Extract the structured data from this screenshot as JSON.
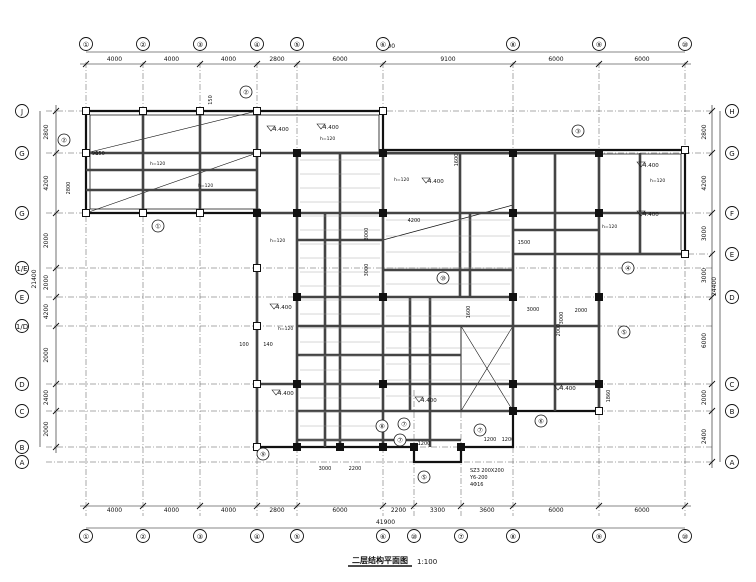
{
  "drawing": {
    "title": "二层结构平面图",
    "scale": "1:100"
  },
  "grid_columns": [
    {
      "label": "①"
    },
    {
      "label": "②"
    },
    {
      "label": "③"
    },
    {
      "label": "④"
    },
    {
      "label": "⑤"
    },
    {
      "label": "⑥"
    },
    {
      "label": "⑧"
    },
    {
      "label": "⑨"
    },
    {
      "label": "⑩"
    }
  ],
  "grid_columns_bottom": [
    {
      "label": "①"
    },
    {
      "label": "②"
    },
    {
      "label": "③"
    },
    {
      "label": "④"
    },
    {
      "label": "⑤"
    },
    {
      "label": "⑥"
    },
    {
      "label": "⑩"
    },
    {
      "label": "⑦"
    },
    {
      "label": "⑧"
    },
    {
      "label": "⑨"
    },
    {
      "label": "⑩"
    }
  ],
  "grid_rows_left": [
    {
      "label": "J"
    },
    {
      "label": "G"
    },
    {
      "label": "G"
    },
    {
      "label": "1/E"
    },
    {
      "label": "E"
    },
    {
      "label": "1/D"
    },
    {
      "label": "D"
    },
    {
      "label": "C"
    },
    {
      "label": "B"
    },
    {
      "label": "A"
    }
  ],
  "grid_rows_right": [
    {
      "label": "H"
    },
    {
      "label": "G"
    },
    {
      "label": "F"
    },
    {
      "label": "E"
    },
    {
      "label": "D"
    },
    {
      "label": "C"
    },
    {
      "label": "B"
    },
    {
      "label": "A"
    }
  ],
  "top_dimensions": [
    "4000",
    "4000",
    "4000",
    "2800",
    "6000",
    "9100",
    "6000",
    "6000"
  ],
  "top_total": "41900",
  "bottom_dimensions": [
    "4000",
    "4000",
    "4000",
    "2800",
    "6000",
    "2200",
    "3300",
    "3600",
    "6000",
    "6000"
  ],
  "bottom_total": "41900",
  "left_dimensions": [
    "2800",
    "4200",
    "2000",
    "2000",
    "4200",
    "2000",
    "2400",
    "2000"
  ],
  "left_total": "21400",
  "right_dimensions": [
    "2800",
    "4200",
    "3000",
    "3000",
    "6000",
    "2000",
    "2400",
    "2000"
  ],
  "right_total": "24400",
  "interior_dims": [
    "4200",
    "3000",
    "3000",
    "1500",
    "3000",
    "2000",
    "1600",
    "3000",
    "3000",
    "2200",
    "1200",
    "1200",
    "1200",
    "1860",
    "150",
    "90",
    "150",
    "1600",
    "100",
    "140",
    "2800",
    "2000"
  ],
  "level_marks": [
    "4.400",
    "4.400",
    "4.400",
    "4.400",
    "4.400",
    "4.400",
    "4.400",
    "4.400",
    "4.400"
  ],
  "slab_notes": [
    "h=120",
    "h=120",
    "h=120",
    "h=120",
    "h=120",
    "h=120",
    "h=120",
    "h=120"
  ],
  "section_marks": [
    "①",
    "②",
    "②",
    "③",
    "④",
    "⑤",
    "⑥",
    "⑦",
    "⑧",
    "⑨",
    "⑩",
    "⑤",
    "⑦",
    "⑦"
  ],
  "stair_note": [
    "SZ3 200X200",
    "Y6-200",
    "4Φ16"
  ]
}
